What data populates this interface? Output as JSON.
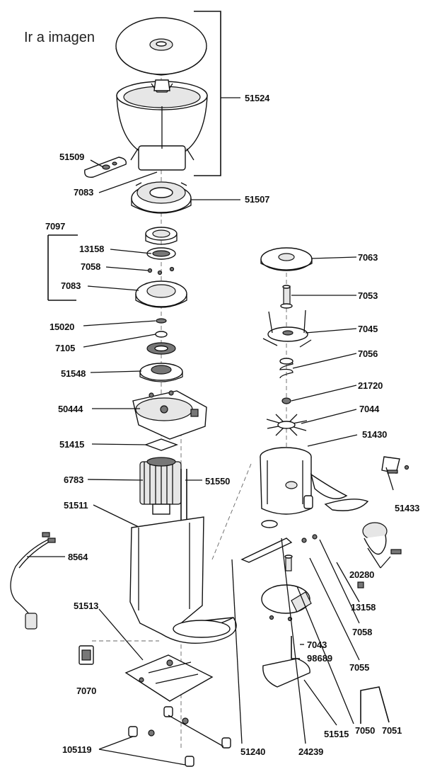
{
  "header": {
    "link": "Ir a imagen"
  },
  "labels": {
    "p51524": "51524",
    "p51509": "51509",
    "p7083a": "7083",
    "p51507": "51507",
    "p7097": "7097",
    "p13158a": "13158",
    "p7058a": "7058",
    "p7083b": "7083",
    "p15020": "15020",
    "p7105": "7105",
    "p51548": "51548",
    "p50444": "50444",
    "p51415": "51415",
    "p6783": "6783",
    "p51550": "51550",
    "p51511": "51511",
    "p8564": "8564",
    "p51513": "51513",
    "p7070": "7070",
    "p105119": "105119",
    "p7063": "7063",
    "p7053": "7053",
    "p7045": "7045",
    "p7056": "7056",
    "p21720": "21720",
    "p7044": "7044",
    "p51430": "51430",
    "p51433": "51433",
    "p20280": "20280",
    "p13158b": "13158",
    "p7058b": "7058",
    "p7055": "7055",
    "p7043": "7043",
    "p98689": "98689",
    "p51515": "51515",
    "p7050": "7050",
    "p7051": "7051",
    "p51240": "51240",
    "p24239": "24239"
  }
}
